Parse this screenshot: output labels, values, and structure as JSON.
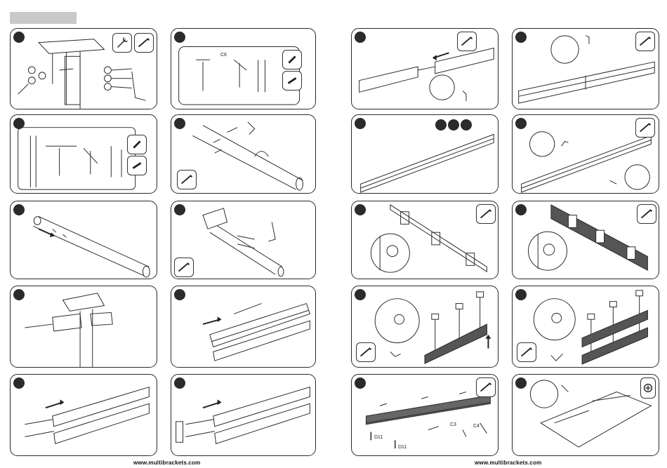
{
  "footer": {
    "left_url": "www.multibrackets.com",
    "right_url": "www.multibrackets.com"
  },
  "labels": {
    "c6": "C6",
    "c3": "C3",
    "c4": "C4",
    "d11_a": "D11",
    "d11_b": "D11"
  },
  "icons": {
    "allen_key": "allen-key-icon",
    "wrench": "wrench-icon",
    "screwdriver": "screwdriver-icon",
    "drill": "drill-icon"
  },
  "colors": {
    "line": "#2a2a2a",
    "tab": "#c9c9c9",
    "step_badge": "#2b2b2b"
  }
}
